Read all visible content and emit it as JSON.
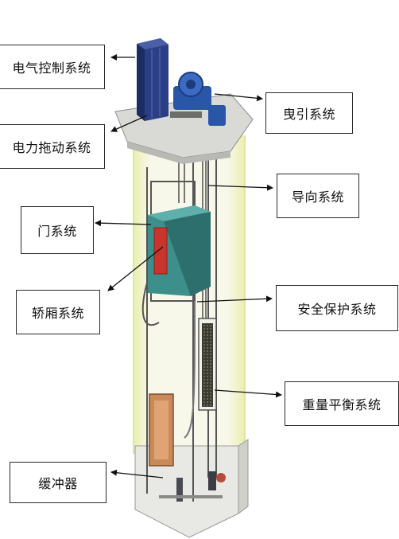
{
  "labels": {
    "electrical_control": "电气控制系统",
    "traction": "曳引系统",
    "power_drive": "电力拖动系统",
    "guide": "导向系统",
    "door": "门系统",
    "car": "轿厢系统",
    "safety": "安全保护系统",
    "counterweight": "重量平衡系统",
    "buffer": "缓冲器"
  },
  "colors": {
    "shaft_glow": "#eef3b8",
    "shaft_fill": "#f5f6ee",
    "car_body": "#3d8f8c",
    "car_dark": "#2c6f6d",
    "door_red": "#c9352c",
    "cabinet": "#2b3f86",
    "machine": "#2a56a8",
    "platform": "#d9dad6",
    "counterweight": "#4a4a40",
    "buffer_panel": "#c98a5a"
  }
}
